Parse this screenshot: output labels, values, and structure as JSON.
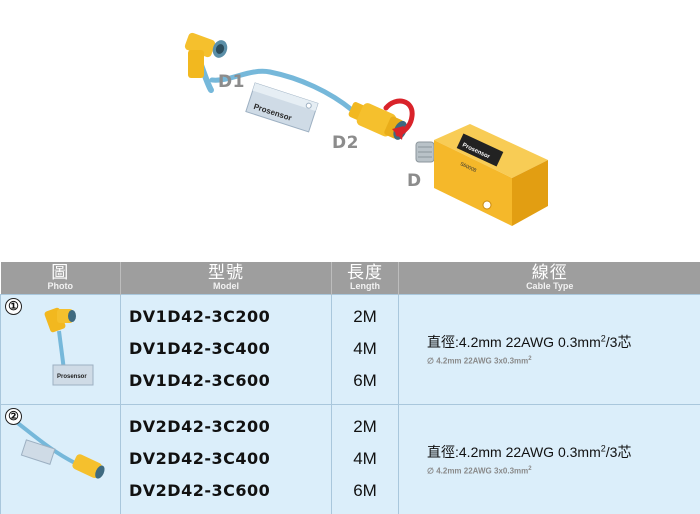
{
  "hero": {
    "labels": {
      "d1": "D1",
      "d2": "D2",
      "d": "D"
    },
    "tag_brand": "Prosensor",
    "body_brand": "Prosensor",
    "body_model": "S60008",
    "colors": {
      "cable": "#76b8da",
      "connector": "#f5c02d",
      "sensor": "#f5b82a",
      "arrow": "#d9232a"
    }
  },
  "table": {
    "headers": [
      {
        "main": "圖",
        "sub": "Photo"
      },
      {
        "main": "型號",
        "sub": "Model"
      },
      {
        "main": "長度",
        "sub": "Length"
      },
      {
        "main": "線徑",
        "sub": "Cable Type"
      }
    ],
    "rows": [
      {
        "number": "①",
        "models": [
          "DV1D42-3C200",
          "DV1D42-3C400",
          "DV1D42-3C600"
        ],
        "lengths": [
          "2M",
          "4M",
          "6M"
        ],
        "cable_main_pre": "直徑:4.2mm  22AWG  0.3mm",
        "cable_main_sup": "2",
        "cable_main_post": "/3芯",
        "cable_sub_pre": "∅ 4.2mm 22AWG 3x0.3mm",
        "cable_sub_sup": "2"
      },
      {
        "number": "②",
        "models": [
          "DV2D42-3C200",
          "DV2D42-3C400",
          "DV2D42-3C600"
        ],
        "lengths": [
          "2M",
          "4M",
          "6M"
        ],
        "cable_main_pre": "直徑:4.2mm  22AWG  0.3mm",
        "cable_main_sup": "2",
        "cable_main_post": "/3芯",
        "cable_sub_pre": "∅ 4.2mm 22AWG 3x0.3mm",
        "cable_sub_sup": "2"
      }
    ],
    "colors": {
      "header_bg": "#9e9e9e",
      "cell_bg": "#dbeefa"
    }
  }
}
